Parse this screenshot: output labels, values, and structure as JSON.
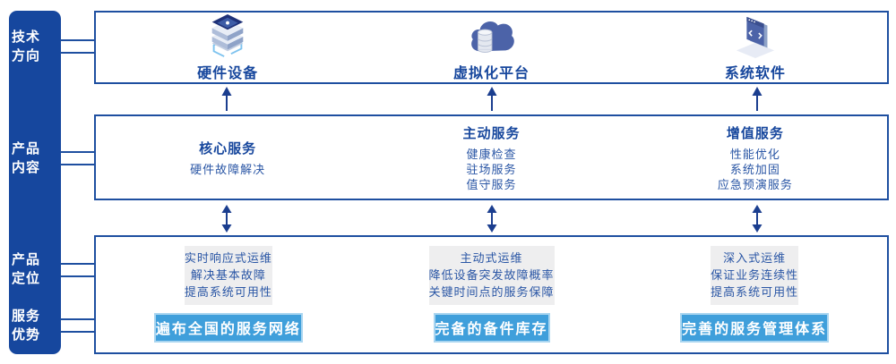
{
  "colors": {
    "primary_text": "#17479D",
    "box_border": "#1E4FA0",
    "sidebar_bg": "#16479E",
    "advantage_bar": "#3F9FDB",
    "panel_gray": "#EEEEEF",
    "arrow": "#1B3E8F"
  },
  "sidebar": {
    "items": [
      {
        "line1": "技术",
        "line2": "方向"
      },
      {
        "line1": "产品",
        "line2": "内容"
      },
      {
        "line1": "产品",
        "line2": "定位"
      },
      {
        "line1": "服务",
        "line2": "优势"
      }
    ]
  },
  "tech_row": {
    "items": [
      {
        "icon": "server-stack-icon",
        "label": "硬件设备"
      },
      {
        "icon": "cloud-database-icon",
        "label": "虚拟化平台"
      },
      {
        "icon": "code-window-icon",
        "label": "系统软件"
      }
    ]
  },
  "content_row": {
    "columns": [
      {
        "title": "核心服务",
        "items": [
          "硬件故障解决"
        ]
      },
      {
        "title": "主动服务",
        "items": [
          "健康检查",
          "驻场服务",
          "值守服务"
        ]
      },
      {
        "title": "增值服务",
        "items": [
          "性能优化",
          "系统加固",
          "应急预演服务"
        ]
      }
    ]
  },
  "position_row": {
    "columns": [
      {
        "lines": [
          "实时响应式运维",
          "解决基本故障",
          "提高系统可用性"
        ],
        "advantage": "遍布全国的服务网络"
      },
      {
        "lines": [
          "主动式运维",
          "降低设备突发故障概率",
          "关键时间点的服务保障"
        ],
        "advantage": "完备的备件库存"
      },
      {
        "lines": [
          "深入式运维",
          "保证业务连续性",
          "提高系统可用性"
        ],
        "advantage": "完善的服务管理体系"
      }
    ]
  }
}
